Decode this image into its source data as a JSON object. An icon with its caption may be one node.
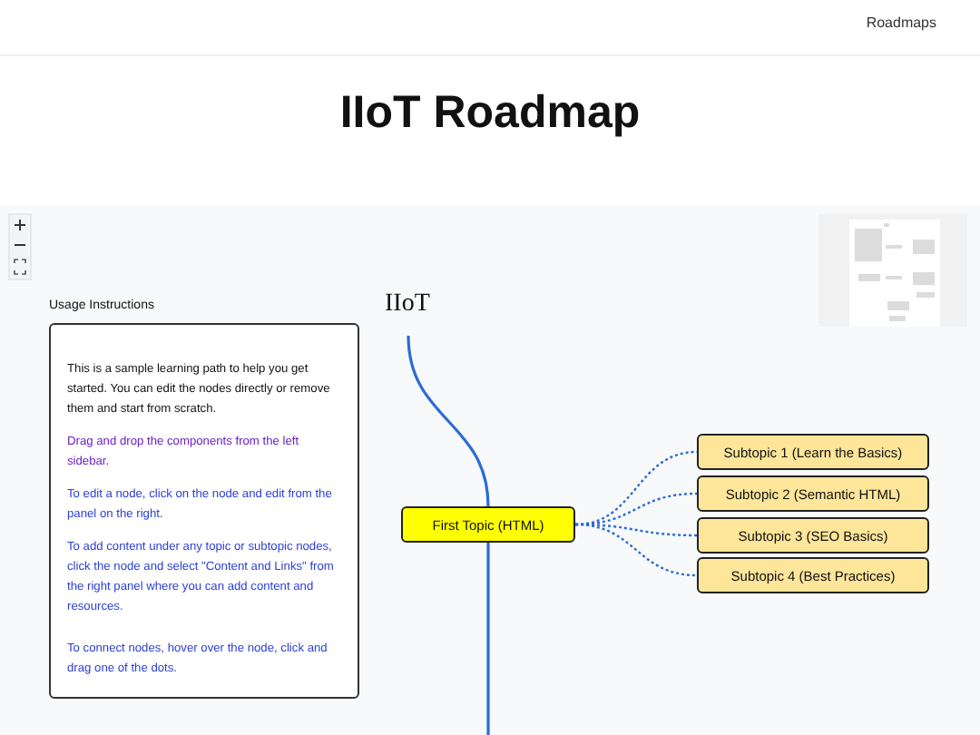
{
  "diagram": {
    "title": "IIoT Roadmap",
    "nodes": [
      {
        "text": [
          "IIoT"
        ]
      },
      {
        "text": [
          "First Topic (HTML)"
        ]
      },
      {
        "text": [
          "Subtopic 1 (Learn the Basics)"
        ]
      },
      {
        "text": [
          "Subtopic 2 (Semantic HTML)"
        ]
      },
      {
        "text": [
          "Subtopic 3 (SEO Basics)"
        ]
      },
      {
        "text": [
          "Subtopic 4 (Best Practices)"
        ]
      },
      {
        "text": [
          "Usage Instructions",
          "This is a sample learning path to help you get started. You can edit the nodes directly or remove them and start from scratch.",
          "Drag and drop the components from the left sidebar.",
          "To edit a node, click on the node and edit from the panel on the right.",
          "To add content under any topic or subtopic nodes, click the node and select \"Content and Links\" from the right panel where you can add content and resources.",
          "To connect nodes, hover over the node, click and drag one of the dots."
        ]
      }
    ],
    "edges": [
      {
        "from": 0,
        "to": 1,
        "arrow": "none"
      },
      {
        "from": 1,
        "to": null,
        "arrow": "none"
      },
      {
        "from": 1,
        "to": 2,
        "arrow": "none",
        "style": "dashed"
      },
      {
        "from": 1,
        "to": 3,
        "arrow": "none",
        "style": "dashed"
      },
      {
        "from": 1,
        "to": 4,
        "arrow": "none",
        "style": "dashed"
      },
      {
        "from": 1,
        "to": 5,
        "arrow": "none",
        "style": "dashed"
      }
    ],
    "labels": [
      "Roadmaps"
    ]
  }
}
